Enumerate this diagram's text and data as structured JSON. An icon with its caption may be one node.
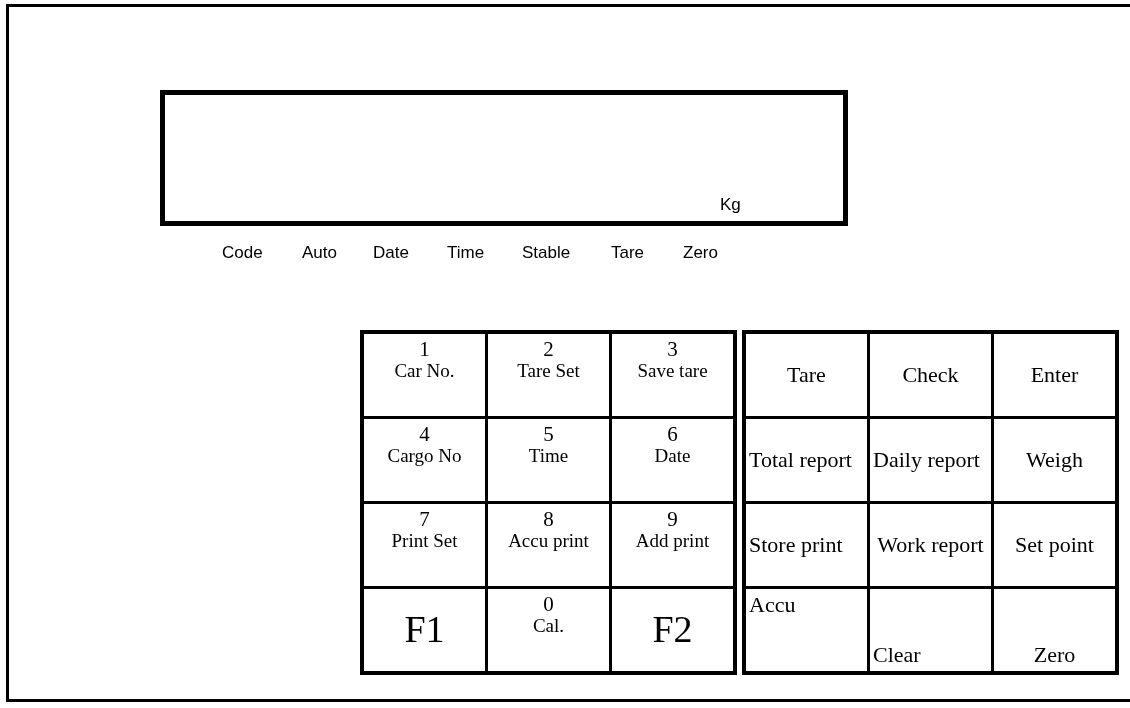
{
  "diagram": {
    "nodes": [
      {
        "text": [
          "Kg"
        ]
      },
      {
        "text": [
          "1",
          "Car No."
        ]
      },
      {
        "text": [
          "2",
          "Tare Set"
        ]
      },
      {
        "text": [
          "3",
          "Save tare"
        ]
      },
      {
        "text": [
          "4",
          "Cargo No"
        ]
      },
      {
        "text": [
          "5",
          "Time"
        ]
      },
      {
        "text": [
          "6",
          "Date"
        ]
      },
      {
        "text": [
          "7",
          "Print Set"
        ]
      },
      {
        "text": [
          "8",
          "Accu print"
        ]
      },
      {
        "text": [
          "9",
          "Add print"
        ]
      },
      {
        "text": [
          "F1"
        ]
      },
      {
        "text": [
          "0",
          "Cal."
        ]
      },
      {
        "text": [
          "F2"
        ]
      },
      {
        "text": [
          "Tare"
        ]
      },
      {
        "text": [
          "Check"
        ]
      },
      {
        "text": [
          "Enter"
        ]
      },
      {
        "text": [
          "Total report"
        ]
      },
      {
        "text": [
          "Daily report"
        ]
      },
      {
        "text": [
          "Weigh"
        ]
      },
      {
        "text": [
          "Store print"
        ]
      },
      {
        "text": [
          "Work report"
        ]
      },
      {
        "text": [
          "Set point"
        ]
      },
      {
        "text": [
          "Accu"
        ]
      },
      {
        "text": [
          "Clear"
        ]
      },
      {
        "text": [
          "Zero"
        ]
      }
    ],
    "labels": [
      "Code",
      "Auto",
      "Date",
      "Time",
      "Stable",
      "Tare",
      "Zero"
    ]
  }
}
